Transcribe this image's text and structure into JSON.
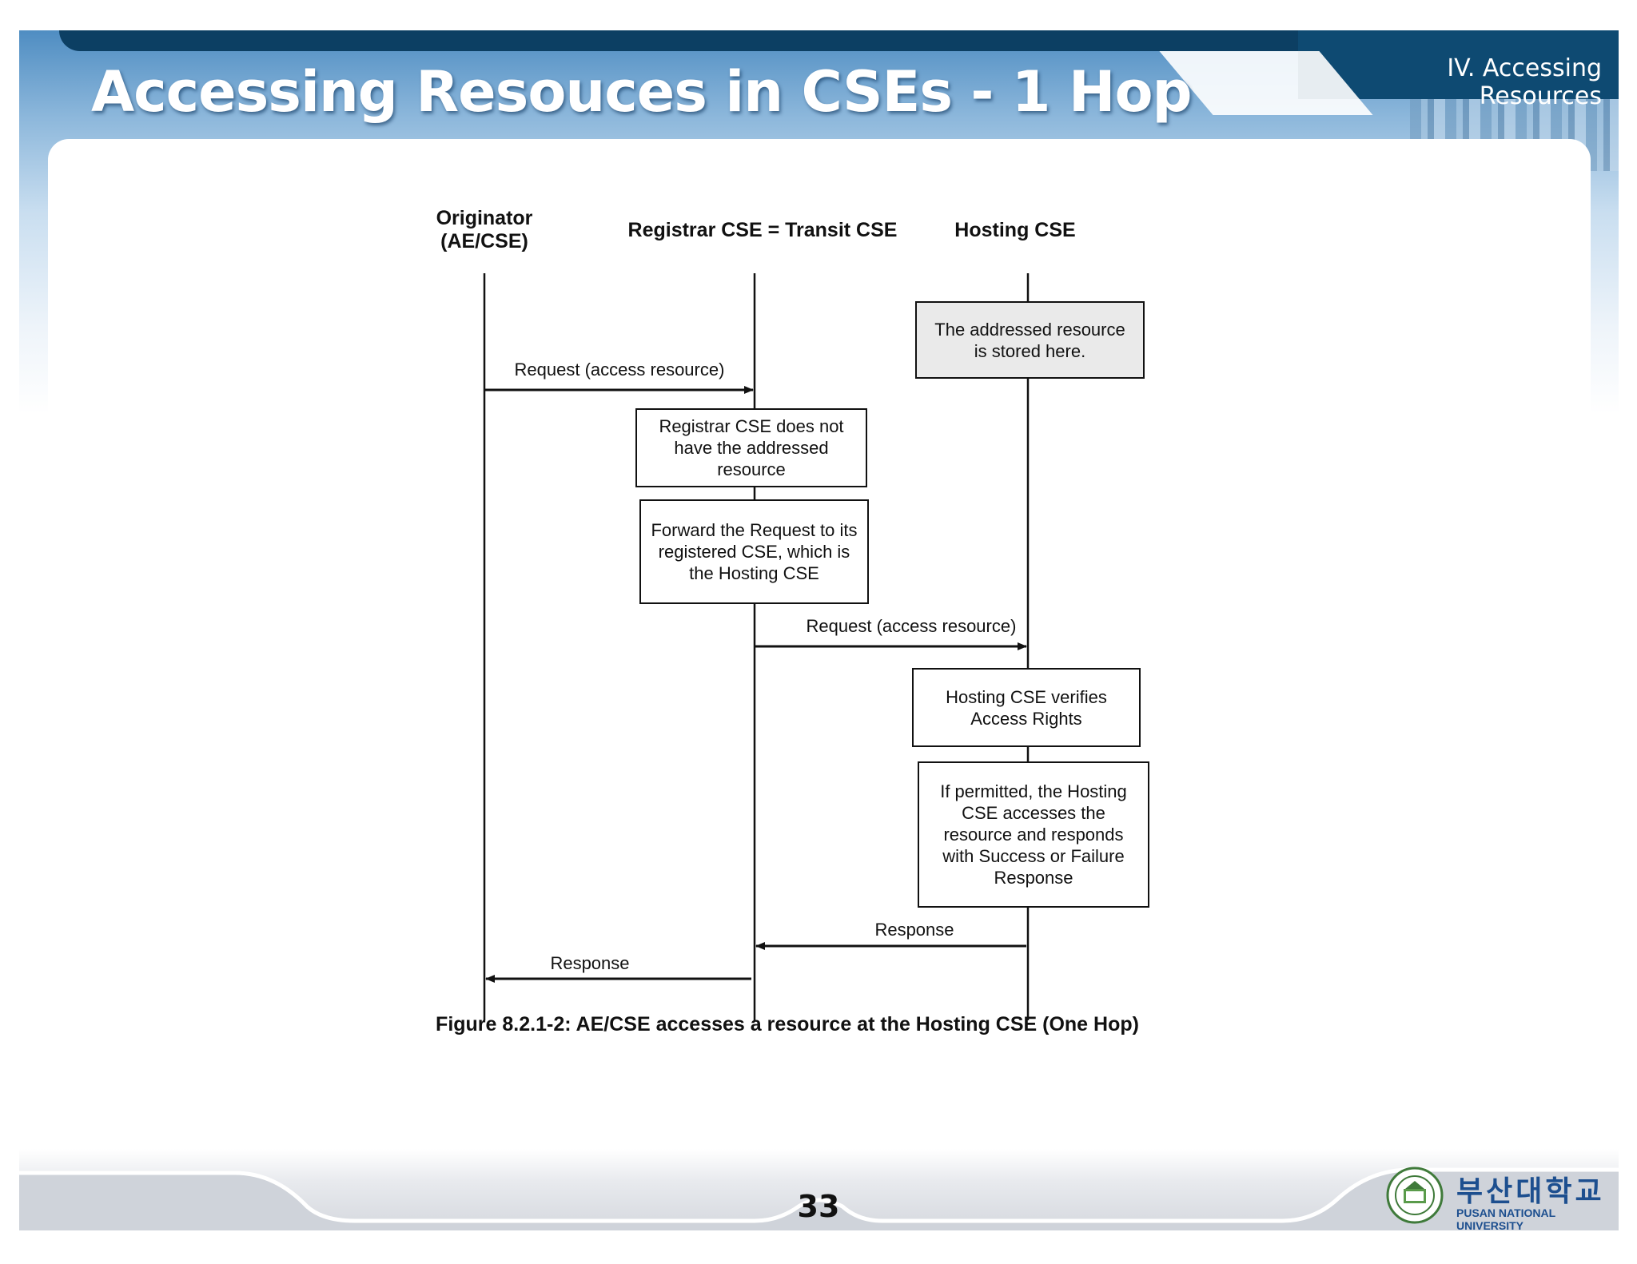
{
  "header": {
    "title": "Accessing Resouces in CSEs - 1 Hop",
    "section_tab": "IV. Accessing Resources"
  },
  "diagram": {
    "lifelines": {
      "originator": "Originator\n(AE/CSE)",
      "registrar": "Registrar CSE = Transit CSE",
      "hosting": "Hosting CSE"
    },
    "notes": {
      "stored_here": "The addressed resource\nis stored here.",
      "registrar_missing": "Registrar CSE does not\nhave the addressed\nresource",
      "forward": "Forward the Request to its\nregistered CSE, which is\nthe Hosting CSE",
      "verifies": "Hosting CSE verifies\nAccess Rights",
      "permitted": "If permitted, the Hosting\nCSE accesses the\nresource and responds\nwith Success or Failure\nResponse"
    },
    "messages": {
      "request_1": "Request (access resource)",
      "request_2": "Request (access resource)",
      "response_1": "Response",
      "response_2": "Response"
    },
    "caption": "Figure 8.2.1-2: AE/CSE accesses a resource at the Hosting CSE (One Hop)"
  },
  "footer": {
    "page_number": "33",
    "university_korean": "부산대학교",
    "university_english": "PUSAN NATIONAL UNIVERSITY"
  }
}
